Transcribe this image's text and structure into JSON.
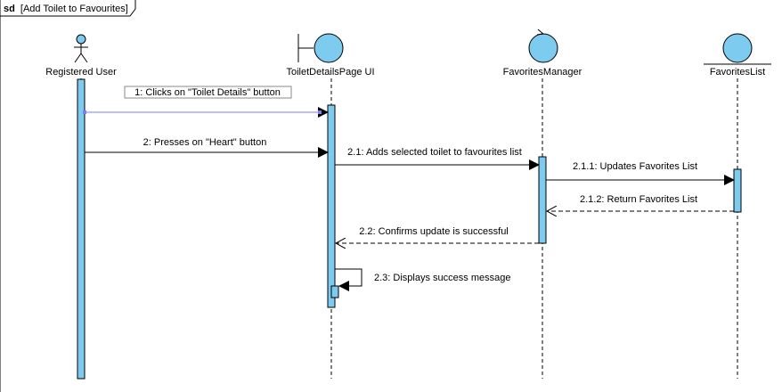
{
  "frame": {
    "keyword": "sd",
    "title": "[Add Toilet to Favourites]"
  },
  "colors": {
    "activation": "#7ecbf0",
    "lifeline_head": "#7ecbf0",
    "stroke": "#000000",
    "selected_message": "#7b7bff"
  },
  "lifelines": [
    {
      "id": "registered-user",
      "label": "Registered User",
      "kind": "actor"
    },
    {
      "id": "toilet-details-page-ui",
      "label": "ToiletDetailsPage UI",
      "kind": "boundary"
    },
    {
      "id": "favorites-manager",
      "label": "FavoritesManager",
      "kind": "control"
    },
    {
      "id": "favorites-list",
      "label": "FavoritesList",
      "kind": "entity"
    }
  ],
  "messages": [
    {
      "id": "m1",
      "label": "1: Clicks on \"Toilet Details\" button",
      "from": "registered-user",
      "to": "toilet-details-page-ui",
      "kind": "sync"
    },
    {
      "id": "m2",
      "label": "2: Presses on \"Heart\" button",
      "from": "registered-user",
      "to": "toilet-details-page-ui",
      "kind": "sync"
    },
    {
      "id": "m21",
      "label": "2.1: Adds selected toilet to favourites list",
      "from": "toilet-details-page-ui",
      "to": "favorites-manager",
      "kind": "sync"
    },
    {
      "id": "m211",
      "label": "2.1.1: Updates Favorites List",
      "from": "favorites-manager",
      "to": "favorites-list",
      "kind": "sync"
    },
    {
      "id": "m212",
      "label": "2.1.2: Return Favorites List",
      "from": "favorites-list",
      "to": "favorites-manager",
      "kind": "return"
    },
    {
      "id": "m22",
      "label": "2.2: Confirms update is successful",
      "from": "favorites-manager",
      "to": "toilet-details-page-ui",
      "kind": "return"
    },
    {
      "id": "m23",
      "label": "2.3: Displays success message",
      "from": "toilet-details-page-ui",
      "to": "toilet-details-page-ui",
      "kind": "self"
    }
  ]
}
